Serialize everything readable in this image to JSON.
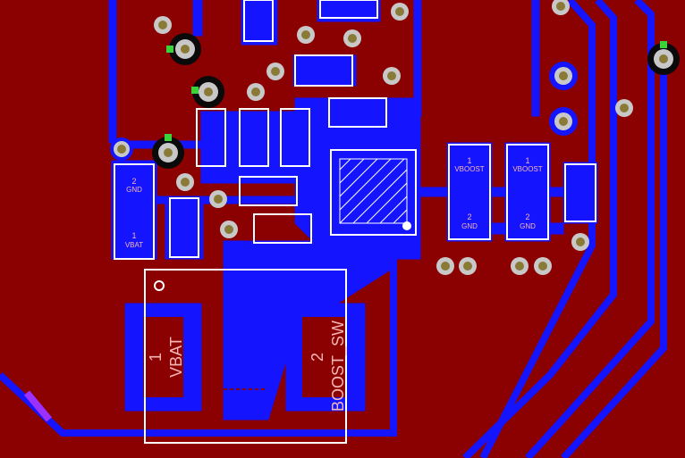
{
  "colors": {
    "copper_top": "#8b0000",
    "copper_bottom": "#1414ff",
    "silkscreen": "#ffffff",
    "pad_ring": "#c8c8c8",
    "pad_hole": "#8a7a38",
    "silk_text": "#f6b6b6",
    "highlight": "#3ad43a",
    "via_dark": "#0a0a0a",
    "drc_marker": "#9b30ff"
  },
  "labels": {
    "c_left_1": "2",
    "c_left_gnd": "GND",
    "c_left_2": "1",
    "c_left_vbat": "VBAT",
    "c_a_1": "1",
    "c_a_vboost": "VBOOST",
    "c_a_2": "2",
    "c_a_gnd": "GND",
    "c_b_1": "1",
    "c_b_vboost": "VBOOST",
    "c_b_2": "2",
    "c_b_gnd": "GND",
    "ind_pin1": "1",
    "ind_vbat": "VBAT",
    "ind_pin2": "2",
    "ind_boost_sw": "BOOST_SW"
  }
}
